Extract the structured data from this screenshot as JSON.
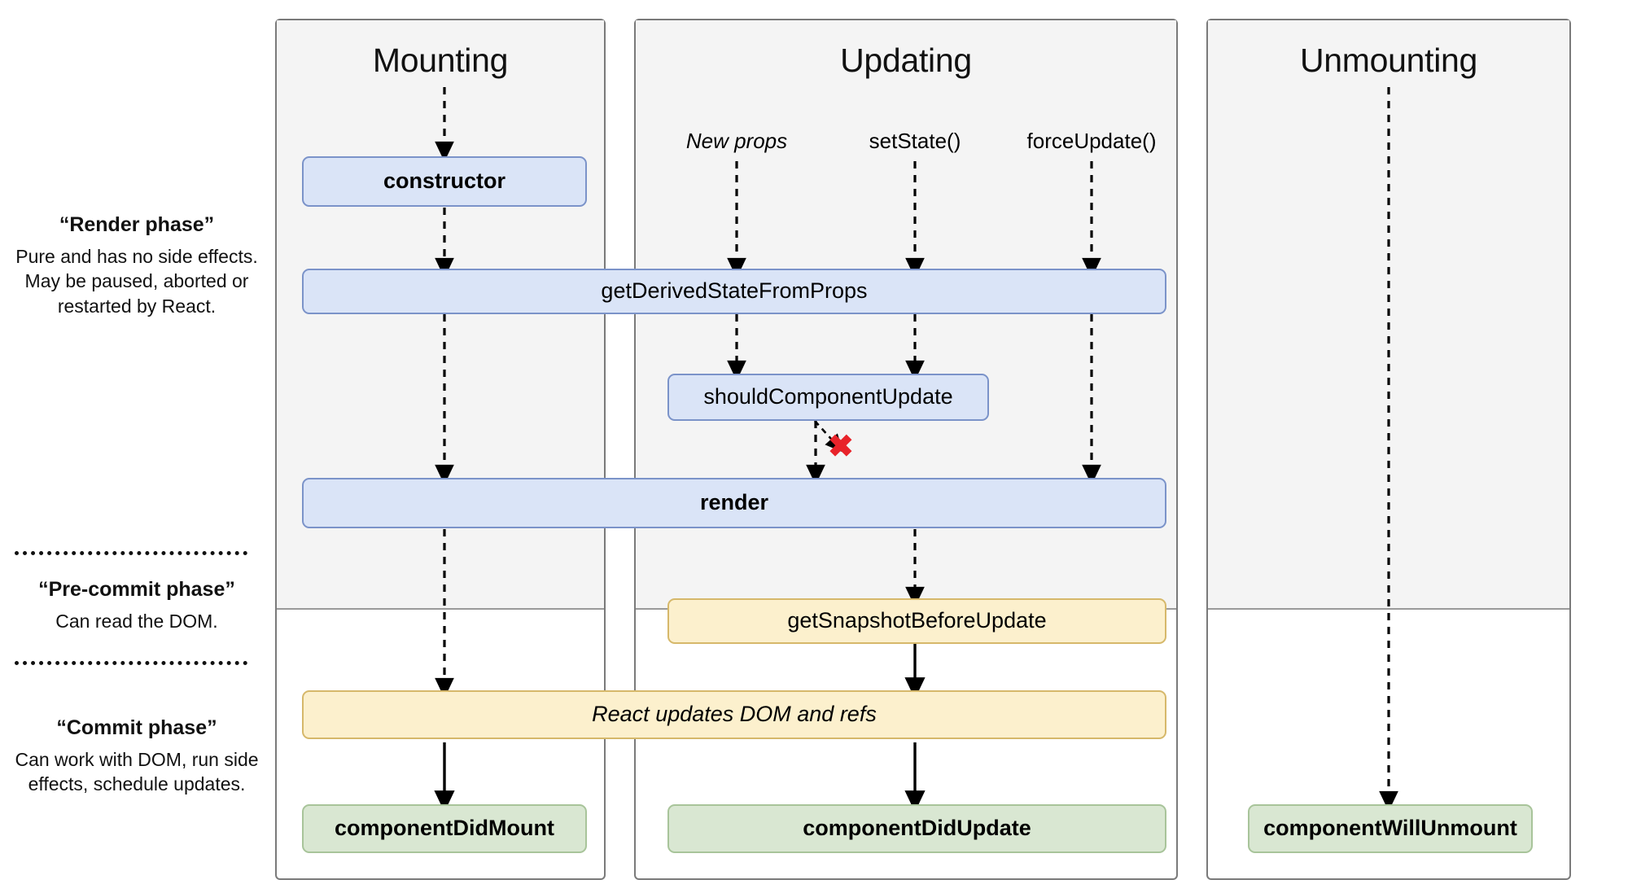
{
  "diagram": {
    "title": "React component lifecycle diagram",
    "colors": {
      "blue_fill": "#dae4f7",
      "blue_border": "#7b93c9",
      "yellow_fill": "#fcf0cd",
      "yellow_border": "#d6b86a",
      "green_fill": "#d9e7d2",
      "green_border": "#a8c49a",
      "column_shade": "#f4f4f4",
      "column_border": "#7a7a7a",
      "arrow": "#000000",
      "abort_mark": "#e8232a"
    }
  },
  "legend": [
    {
      "title": "“Render phase”",
      "body": "Pure and has no side effects. May be paused, aborted or restarted by React."
    },
    {
      "title": "“Pre-commit phase”",
      "body": "Can read the DOM."
    },
    {
      "title": "“Commit phase”",
      "body": "Can work with DOM, run side effects, schedule updates."
    }
  ],
  "columns": [
    {
      "id": "mounting",
      "title": "Mounting",
      "nodes": [
        {
          "id": "constructor",
          "label": "constructor",
          "color": "blue",
          "weight": "bold"
        },
        {
          "id": "gdsfp-mount",
          "label": "getDerivedStateFromProps",
          "color": "blue",
          "weight": "normal"
        },
        {
          "id": "render-mount",
          "label": "render",
          "color": "blue",
          "weight": "bold"
        },
        {
          "id": "cdm",
          "label": "componentDidMount",
          "color": "green",
          "weight": "bold"
        }
      ]
    },
    {
      "id": "updating",
      "title": "Updating",
      "triggers": [
        {
          "id": "new-props",
          "label": "New props",
          "style": "italic"
        },
        {
          "id": "set-state",
          "label": "setState()",
          "style": "normal"
        },
        {
          "id": "force-update",
          "label": "forceUpdate()",
          "style": "normal"
        }
      ],
      "nodes": [
        {
          "id": "gdsfp",
          "label": "getDerivedStateFromProps",
          "color": "blue",
          "weight": "normal"
        },
        {
          "id": "scu",
          "label": "shouldComponentUpdate",
          "color": "blue",
          "weight": "normal"
        },
        {
          "id": "render-update",
          "label": "render",
          "color": "blue",
          "weight": "bold"
        },
        {
          "id": "gsbu",
          "label": "getSnapshotBeforeUpdate",
          "color": "yellow",
          "weight": "normal"
        },
        {
          "id": "react-updates",
          "label": "React updates DOM and refs",
          "color": "yellow",
          "weight": "italic"
        },
        {
          "id": "cdu",
          "label": "componentDidUpdate",
          "color": "green",
          "weight": "bold"
        }
      ],
      "annotations": [
        {
          "id": "abort-mark",
          "label": "✖",
          "meaning": "update aborted when shouldComponentUpdate returns false"
        }
      ]
    },
    {
      "id": "unmounting",
      "title": "Unmounting",
      "nodes": [
        {
          "id": "cwu",
          "label": "componentWillUnmount",
          "color": "green",
          "weight": "bold"
        }
      ]
    }
  ],
  "shared_nodes": [
    {
      "id": "gdsfp-shared",
      "label": "getDerivedStateFromProps",
      "color": "blue",
      "weight": "normal"
    },
    {
      "id": "render-shared",
      "label": "render",
      "color": "blue",
      "weight": "bold"
    },
    {
      "id": "react-updates-shared",
      "label": "React updates DOM and refs",
      "color": "yellow",
      "weight": "italic"
    }
  ]
}
